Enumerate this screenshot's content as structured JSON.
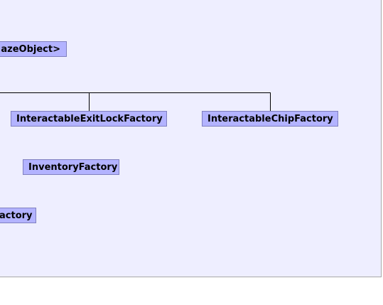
{
  "diagram": {
    "nodes": {
      "parent_partial": "azeObject>",
      "exit_lock_factory": "InteractableExitLockFactory",
      "chip_factory": "InteractableChipFactory",
      "inventory_factory": "InventoryFactory",
      "partial_factory": "actory"
    }
  }
}
